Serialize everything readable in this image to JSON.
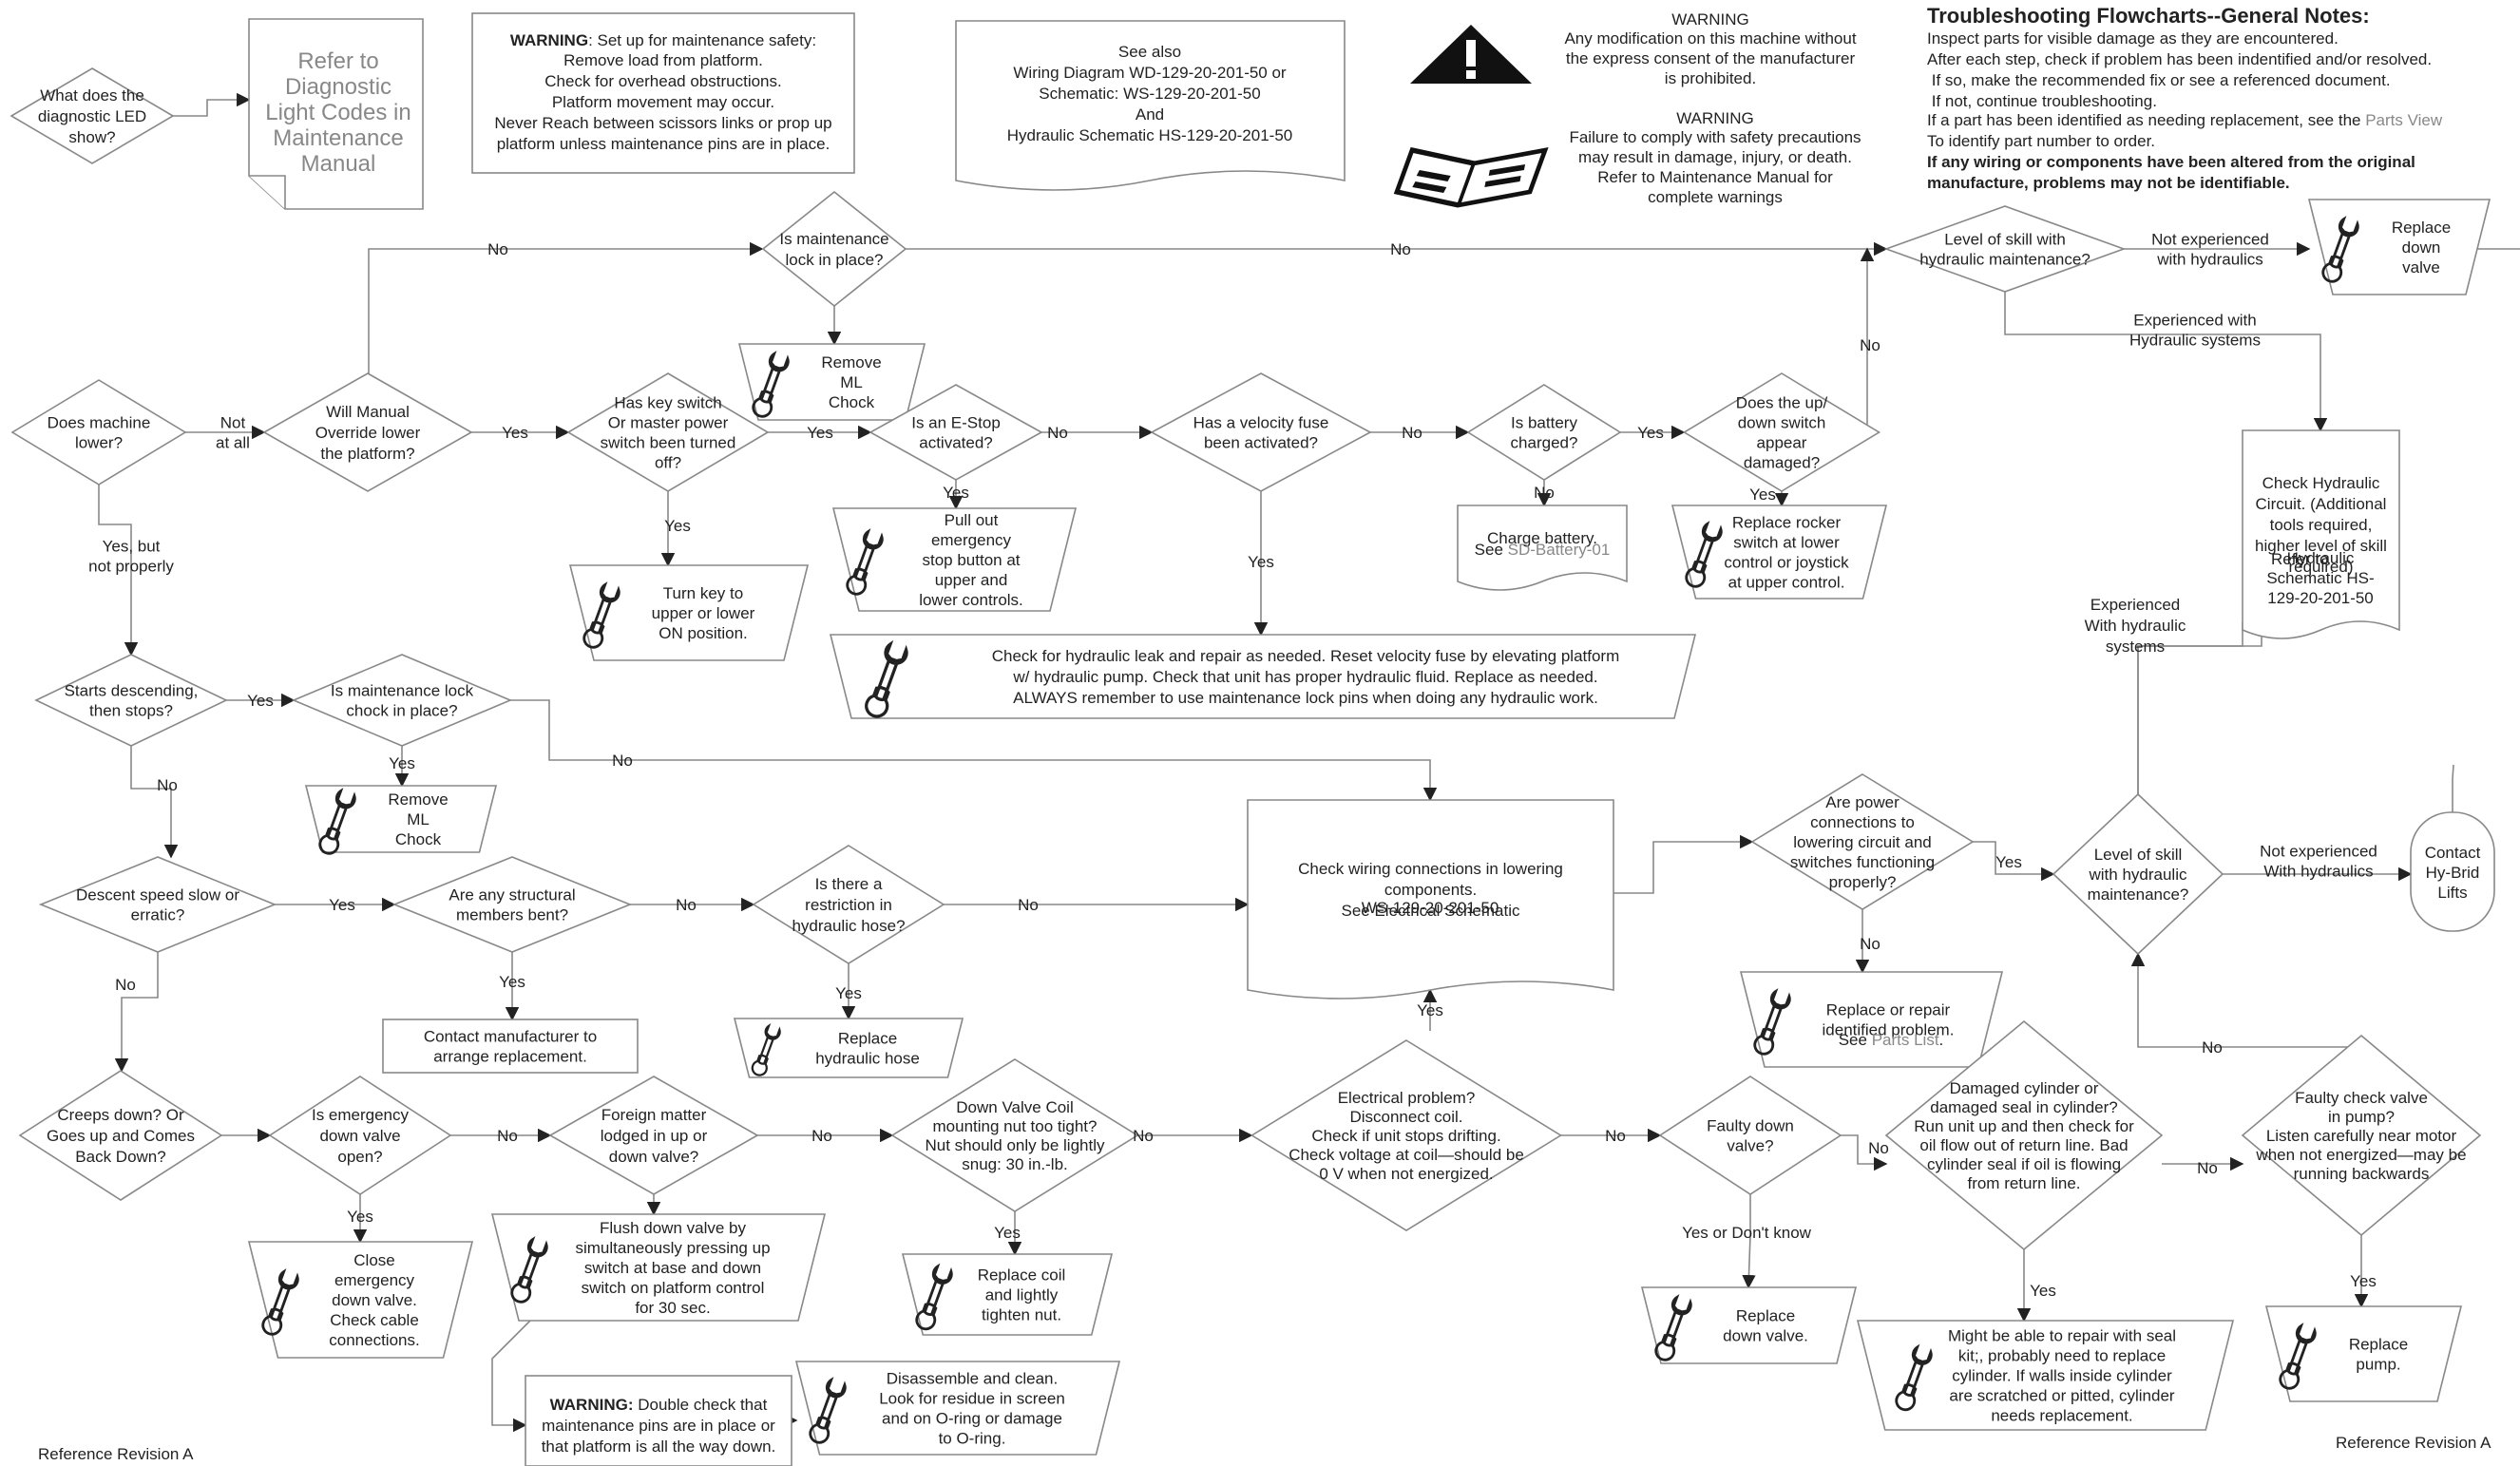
{
  "nodes": {
    "led": "What does the\ndiagnostic LED\nshow?",
    "refer_diag": "Refer to\nDiagnostic\nLight Codes in\nMaintenance\nManual",
    "warn1_title": "WARNING",
    "warn1_text": ": Set up for maintenance safety:",
    "warn1_body": "Remove load from platform.\nCheck for overhead obstructions.\nPlatform movement may occur.\nNever Reach between scissors links or prop up\nplatform unless maintenance pins are in place.",
    "see_also": "See also\nWiring Diagram WD-129-20-201-50 or\nSchematic: WS-129-20-201-50\nAnd\nHydraulic Schematic HS-129-20-201-50",
    "warn_top_title": "WARNING",
    "warn_top_body": "Any modification on this machine without\nthe express consent of the manufacturer\nis prohibited.",
    "warn_mid_title": "WARNING",
    "warn_mid_body": "Failure to comply with safety precautions\nmay result in damage, injury, or death.\nRefer to Maintenance Manual for\ncomplete warnings",
    "notes_title": "Troubleshooting Flowcharts--General Notes:",
    "notes_lines": [
      "Inspect parts for visible damage as they are encountered.",
      "After each step, check if problem has been indentified and/or resolved.",
      "      If so, make the recommended fix or see a referenced document.",
      "      If not, continue troubleshooting.",
      "To identify part number to order."
    ],
    "notes_parts_prefix": "If a part has been identified as needing replacement, see the ",
    "notes_parts_link": "Parts View",
    "notes_bold": "If any wiring or components have been altered from the original\nmanufacture, problems may not be identifiable.",
    "maint_lock": "Is maintenance\nlock in place?",
    "remove_ml1": "Remove\nML\nChock",
    "skill_top": "Level of skill with\nhydraulic maintenance?",
    "replace_valve_top": "Replace\ndown\nvalve",
    "check_hyd": "Check Hydraulic\nCircuit. (Additional\ntools required,\nhigher level of skill\nrequired)",
    "check_hyd_ref": "Refer to",
    "check_hyd_link": "Hydraulic\nSchematic HS-\n129-20-201-50",
    "does_lower": "Does machine\nlower?",
    "manual_override": "Will Manual\nOverride lower\nthe platform?",
    "key_switch": "Has key switch\nOr master power\nswitch been turned\noff?",
    "turn_key": "Turn key to\nupper or lower\nON position.",
    "estop": "Is an E-Stop\nactivated?",
    "pull_estop": "Pull out\nemergency\nstop button at\nupper and\nlower controls.",
    "velocity": "Has a velocity fuse\nbeen activated?",
    "battery": "Is battery\ncharged?",
    "charge": "Charge battery.",
    "charge_see": "See",
    "charge_link": "SD-Battery-01",
    "updown": "Does the up/\ndown switch\nappear\ndamaged?",
    "rocker": "Replace rocker\nswitch at lower\ncontrol or joystick\nat upper control.",
    "hyd_leak": "Check for hydraulic leak and repair as needed.  Reset velocity fuse by elevating platform\nw/ hydraulic pump.  Check that unit has proper hydraulic fluid.  Replace as needed.\nALWAYS remember to use maintenance lock pins when doing any hydraulic work.",
    "starts_desc": "Starts descending,\nthen stops?",
    "maint_chock": "Is maintenance lock\nchock in place?",
    "remove_ml2": "Remove\nML\nChock",
    "wiring": "Check wiring connections in lowering\ncomponents.\nSee Electrical Schematic",
    "wiring_link": "WS-129-20-201-50",
    "power_conn": "Are power\nconnections to\nlowering circuit and\nswitches functioning\nproperly?",
    "replace_repair": "Replace or repair\nidentified problem.",
    "replace_repair_see": "See",
    "replace_repair_link": "Parts List",
    "skill_mid": "Level of skill\nwith hydraulic\nmaintenance?",
    "contact": "Contact\nHy-Brid\nLifts",
    "descent": "Descent speed slow or\nerratic?",
    "structural": "Are any structural\nmembers bent?",
    "contact_mfr": "Contact manufacturer to\narrange replacement.",
    "restriction": "Is there a\nrestriction in\nhydraulic hose?",
    "replace_hose": "Replace\nhydraulic hose",
    "creeps": "Creeps down? Or\nGoes up and Comes\nBack Down?",
    "em_valve": "Is emergency\ndown valve\nopen?",
    "close_em": "Close\nemergency\ndown valve.\nCheck cable\nconnections.",
    "foreign": "Foreign matter\nlodged in up or\ndown valve?",
    "flush": "Flush down valve by\nsimultaneously pressing up\nswitch at base and down\nswitch on platform control\nfor 30 sec.",
    "coil": "Down Valve Coil\nmounting nut too tight?\nNut should only be lightly\nsnug: 30 in.-lb.",
    "replace_coil": "Replace coil\nand lightly\ntighten nut.",
    "electrical": "Electrical problem?\nDisconnect coil.\nCheck if unit stops drifting.\nCheck voltage at coil—should be\n0 V when not energized.",
    "faulty_down": "Faulty down\nvalve?",
    "replace_down": "Replace\ndown valve.",
    "damaged_cyl": "Damaged cylinder or\ndamaged seal in cylinder?\nRun unit up and then check for\noil flow out of return line.  Bad\ncylinder seal if oil is flowing\nfrom return line.",
    "seal_kit": "Might be able to repair with seal\nkit;, probably need to replace\ncylinder.  If walls inside cylinder\nare scratched or pitted, cylinder\nneeds replacement.",
    "faulty_check": "Faulty check valve\nin pump?\nListen carefully near motor\nwhen not energized—may be\nrunning backwards",
    "replace_pump": "Replace\npump.",
    "warn2_title": "WARNING:",
    "warn2_text": "Double check that\nmaintenance pins are in place or\nthat platform is all the way down.",
    "disassemble": "Disassemble and clean.\nLook for residue in screen\nand on O-ring or damage\nto O-ring.",
    "footer_left": "Reference Revision A",
    "footer_right": "Reference Revision A"
  },
  "edge_labels": {
    "no_top_left": "No",
    "no_top_mid": "No",
    "no_right_up": "No",
    "not_exp_top": "Not experienced\nwith hydraulics",
    "exp_top": "Experienced with\nHydraulic systems",
    "not_at_all": "Not\nat all",
    "yes_override": "Yes",
    "yes_key_to_estop": "Yes",
    "no_estop": "No",
    "no_velocity": "No",
    "yes_battery": "Yes",
    "yes_key": "Yes",
    "yes_estop": "Yes",
    "no_battery": "No",
    "yes_updown": "Yes",
    "yes_velocity": "Yes",
    "yes_but": "Yes, but\nnot properly",
    "exp_mid": "Experienced\nWith hydraulic\nsystems",
    "yes_starts": "Yes",
    "yes_chock": "Yes",
    "no_chock": "No",
    "no_starts": "No",
    "yes_power": "Yes",
    "no_power": "No",
    "not_exp_mid": "Not experienced\nWith hydraulics",
    "yes_descent": "Yes",
    "no_structural": "No",
    "no_restriction": "No",
    "yes_structural": "Yes",
    "yes_restriction": "Yes",
    "no_descent": "No",
    "yes_wiring": "Yes",
    "no_em": "No",
    "no_foreign": "No",
    "no_coil": "No",
    "no_electrical": "No",
    "no_faulty": "No",
    "no_damaged": "No",
    "no_check_up": "No",
    "yes_em": "Yes",
    "yes_coil": "Yes",
    "yes_or_dk": "Yes or Don't know",
    "yes_damaged": "Yes",
    "yes_check": "Yes"
  }
}
